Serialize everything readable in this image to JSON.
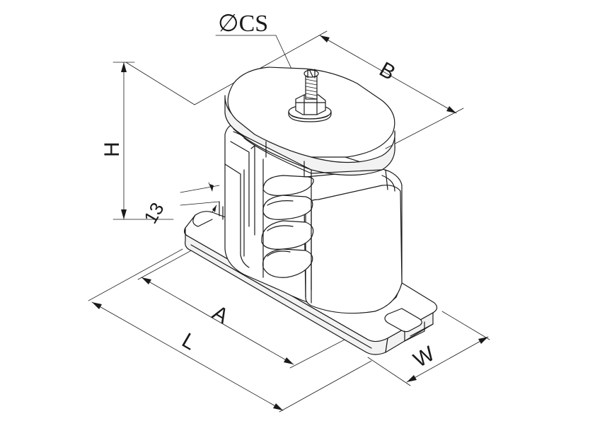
{
  "labels": {
    "shaft_diameter": "∅CS",
    "width_b": "B",
    "height_h": "H",
    "thickness": "13",
    "length_a": "A",
    "length_l": "L",
    "width_w": "W"
  },
  "colors": {
    "line": "#1a1a1a",
    "background": "#ffffff",
    "shade": "#f2f2f2"
  }
}
